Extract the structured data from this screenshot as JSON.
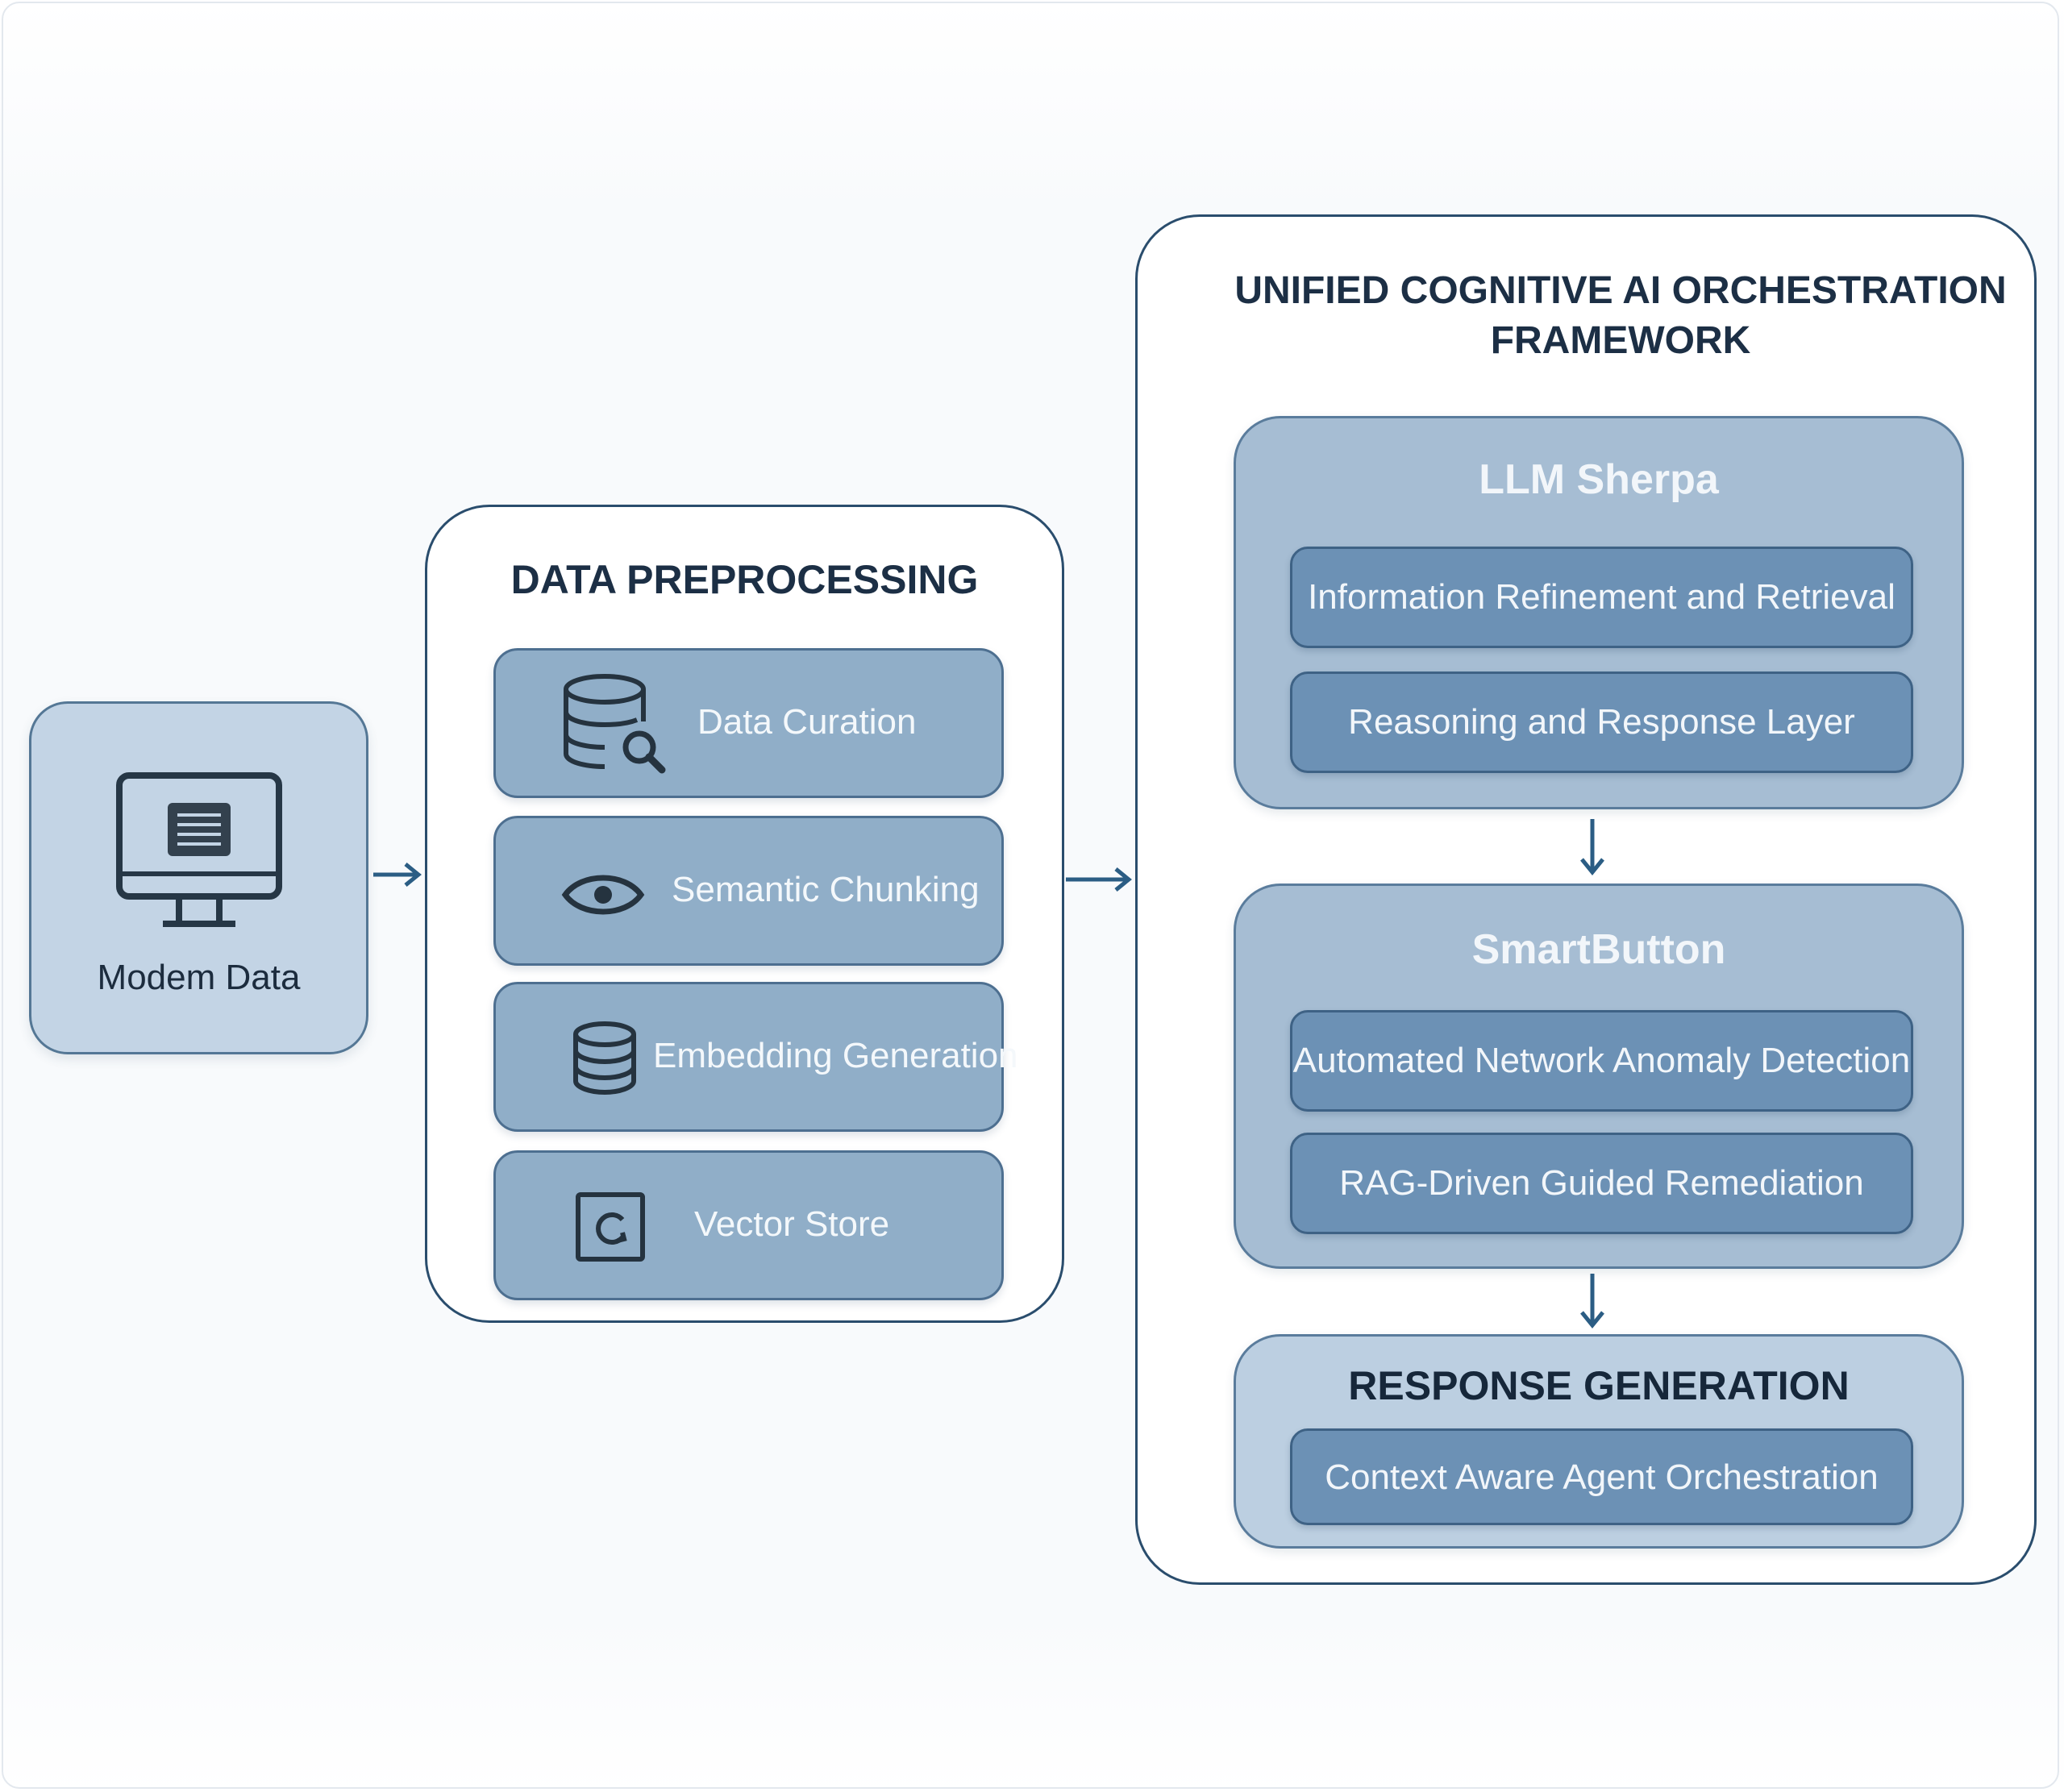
{
  "modem": {
    "label": "Modem Data",
    "icon": "monitor-icon"
  },
  "preprocessing": {
    "title": "DATA PREPROCESSING",
    "items": [
      {
        "label": "Data Curation",
        "icon": "database-search-icon"
      },
      {
        "label": "Semantic Chunking",
        "icon": "eye-icon"
      },
      {
        "label": "Embedding Generation",
        "icon": "database-icon"
      },
      {
        "label": "Vector Store",
        "icon": "refresh-square-icon"
      }
    ]
  },
  "framework": {
    "title_line1": "UNIFIED COGNITIVE AI ORCHESTRATION",
    "title_line2": "FRAMEWORK",
    "panels": [
      {
        "title": "LLM Sherpa",
        "items": [
          "Information Refinement and Retrieval",
          "Reasoning and Response Layer"
        ]
      },
      {
        "title": "SmartButton",
        "items": [
          "Automated Network Anomaly Detection",
          "RAG-Driven Guided Remediation"
        ]
      },
      {
        "title": "RESPONSE GENERATION",
        "items": [
          "Context Aware Agent Orchestration"
        ]
      }
    ]
  },
  "colors": {
    "outline": "#2a4d6d",
    "tile_fill": "#90aec8",
    "bar_fill": "#6c91b5",
    "panel_fill": "#a6bdd3",
    "arrow": "#2b5d84"
  }
}
